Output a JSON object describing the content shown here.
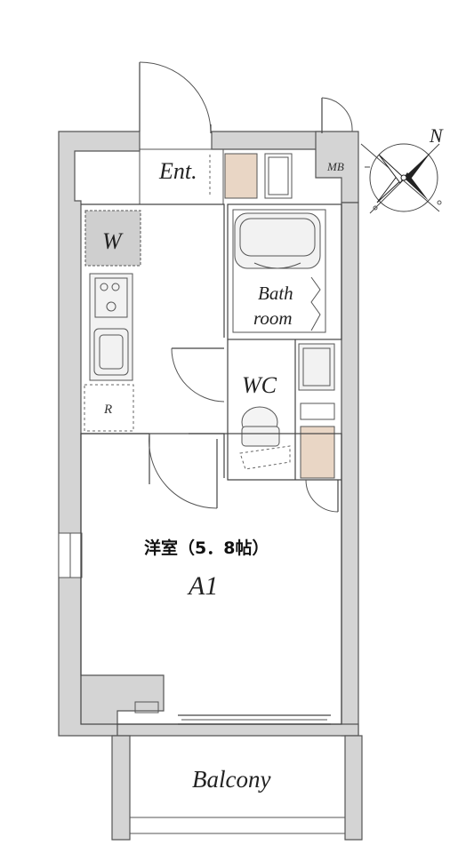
{
  "rooms": {
    "entrance": "Ent.",
    "meter_box": "MB",
    "washer": "W",
    "refrigerator": "R",
    "bath_line1": "Bath",
    "bath_line2": "room",
    "toilet": "WC",
    "main_room": "洋室（5．8帖）",
    "main_room_code": "A1",
    "balcony": "Balcony"
  },
  "compass": {
    "north_label": "N",
    "icon": "compass-rose-icon"
  },
  "colors": {
    "wall": "#d4d4d4",
    "storage_wood": "#e9d6c5",
    "line": "#444444"
  }
}
